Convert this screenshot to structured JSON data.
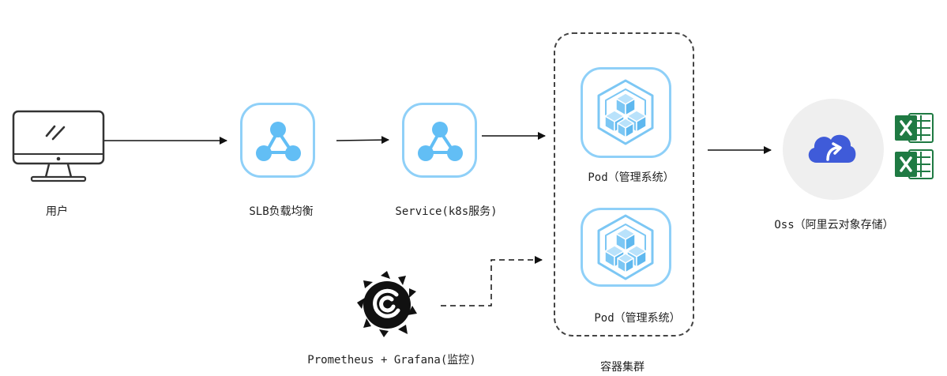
{
  "nodes": {
    "user": {
      "label": "用户",
      "icon": "desktop-monitor-icon"
    },
    "slb": {
      "label": "SLB负载均衡",
      "icon": "network-nodes-icon"
    },
    "service": {
      "label": "Service(k8s服务)",
      "icon": "network-nodes-icon"
    },
    "pod1": {
      "label": "Pod（管理系统）",
      "icon": "cube-cluster-icon"
    },
    "pod2": {
      "label": "Pod（管理系统）",
      "icon": "cube-cluster-icon"
    },
    "cluster": {
      "label": "容器集群"
    },
    "monitor": {
      "label": "Prometheus + Grafana(监控)",
      "icon": "grafana-logo-icon"
    },
    "oss": {
      "label": "Oss（阿里云对象存储）",
      "icon": "cloud-upload-icon"
    },
    "excel1": {
      "icon": "excel-file-icon"
    },
    "excel2": {
      "icon": "excel-file-icon"
    }
  },
  "colors": {
    "tile_border": "#8fd0f8",
    "node_blue": "#62bef5",
    "cube_blue": "#7cc7f4",
    "oss_bg": "#efefef",
    "oss_cloud": "#3f5bd9",
    "excel_green": "#1f7a43"
  }
}
